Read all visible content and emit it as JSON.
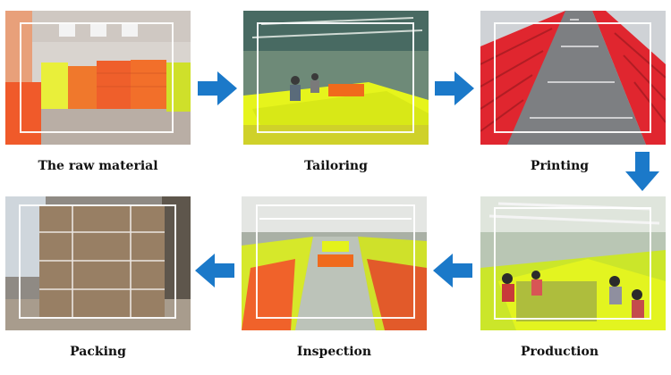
{
  "steps": [
    {
      "label": "The raw material"
    },
    {
      "label": "Tailoring"
    },
    {
      "label": "Printing"
    },
    {
      "label": "Production"
    },
    {
      "label": "Inspection"
    },
    {
      "label": "Packing"
    }
  ],
  "colors": {
    "arrow": "#1b79c9",
    "fabric_yellow": "#e4f21a",
    "fabric_orange": "#f06a1c",
    "print_red": "#e0262f",
    "box_brown": "#8a6e4f"
  }
}
